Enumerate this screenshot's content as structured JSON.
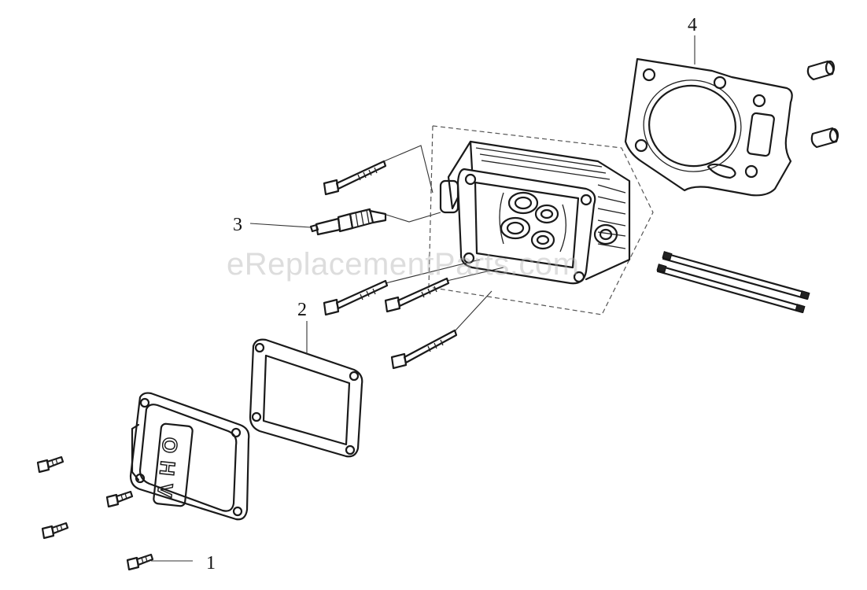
{
  "callouts": [
    {
      "id": "1",
      "label": "1"
    },
    {
      "id": "2",
      "label": "2"
    },
    {
      "id": "3",
      "label": "3"
    },
    {
      "id": "4",
      "label": "4"
    }
  ],
  "cover_text": "OHV",
  "watermark": "eReplacementParts.com",
  "parts": [
    "cylinder-head-cover",
    "cover-gasket",
    "spark-plug",
    "head-gasket",
    "cylinder-head",
    "head-bolts",
    "push-rods",
    "dowel-pins",
    "cover-bolts"
  ]
}
